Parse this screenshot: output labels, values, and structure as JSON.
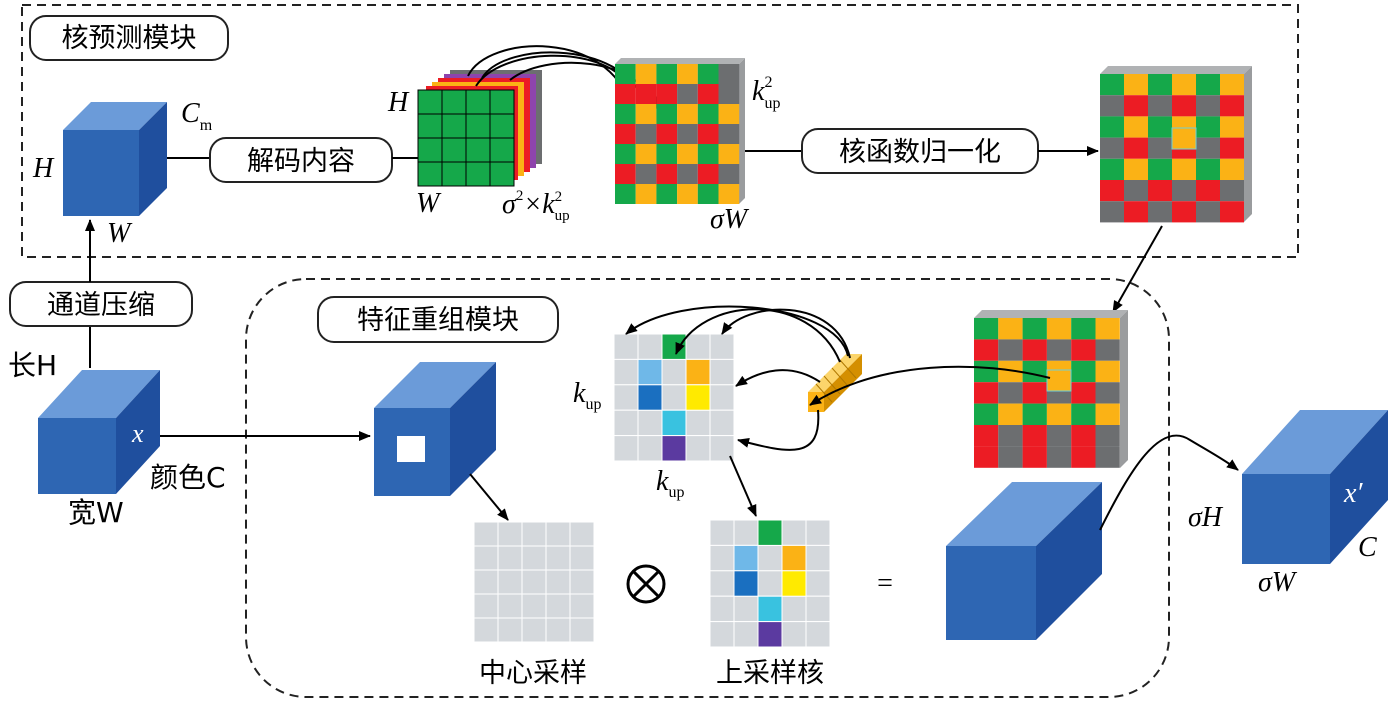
{
  "modules": {
    "kernel_prediction": "核预测模块",
    "feature_reassembly": "特征重组模块"
  },
  "labels": {
    "decode_content": "解码内容",
    "kernel_normalize": "核函数归一化",
    "channel_compress": "通道压缩",
    "center_sample": "中心采样",
    "upsample_kernel": "上采样核"
  },
  "input": {
    "length": "长H",
    "width": "宽W",
    "color": "颜色C",
    "x": "x"
  },
  "compressed": {
    "h": "H",
    "w": "W",
    "cm": "C",
    "cm_sub": "m"
  },
  "encoder": {
    "h": "H",
    "w": "W",
    "depth_sigma": "σ",
    "depth_sup": "2",
    "depth_times": "×k",
    "depth_sub": "up",
    "depth_sup2": "2"
  },
  "kernel_map": {
    "k": "k",
    "k_sub": "up",
    "k_sup": "2",
    "width": "σW"
  },
  "reassembly": {
    "k": "k",
    "k_sub": "up",
    "eq": "="
  },
  "output": {
    "h": "σH",
    "w": "σW",
    "c": "C",
    "x": "x′"
  },
  "colors": {
    "blue_front": "#2e66b3",
    "blue_top": "#6b9bd9",
    "blue_side": "#1f4f9e",
    "green": "#15a84a",
    "orange": "#fbb215",
    "red": "#ec1c24",
    "gray": "#6c6e70",
    "light_gray": "#d4d8dc"
  }
}
